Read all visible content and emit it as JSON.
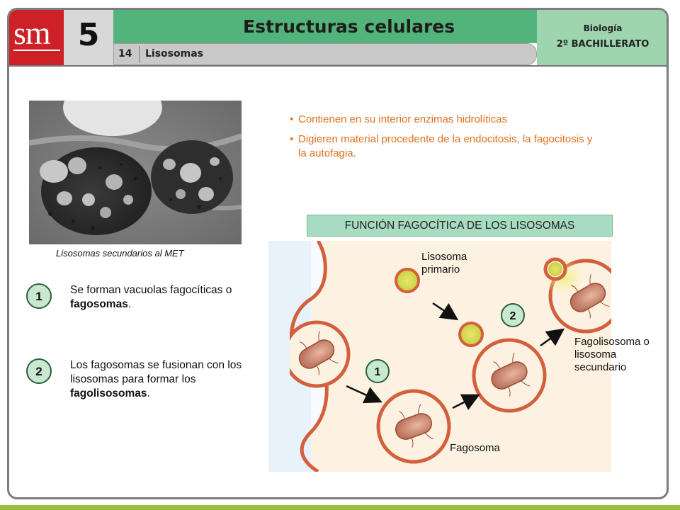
{
  "header": {
    "logo": "sm",
    "unit_number": "5",
    "title": "Estructuras celulares",
    "section_number": "14",
    "section_title": "Lisosomas",
    "subject": "Biología",
    "course": "2º BACHILLERATO"
  },
  "micrograph": {
    "caption": "Lisosomas secundarios al MET"
  },
  "bullets": [
    "Contienen en su interior enzimas hidrolíticas",
    "Digieren material procedente de la endocitosis, la fagocitosis y la autofagia."
  ],
  "bullet_marker": "•",
  "steps": [
    {
      "number": "1",
      "text_before": "Se forman vacuolas fagocíticas o ",
      "bold": "fagosomas",
      "text_after": "."
    },
    {
      "number": "2",
      "text_before": "Los fagosomas se fusionan con los lisosomas para formar los ",
      "bold": "fagolisosomas",
      "text_after": "."
    }
  ],
  "diagram": {
    "title": "FUNCIÓN FAGOCÍTICA DE LOS LISOSOMAS",
    "label_primary": "Lisosoma primario",
    "label_fagolisosoma": "Fagolisosoma o lisosoma secundario",
    "label_fagosoma": "Fagosoma",
    "marker_1": "1",
    "marker_2": "2"
  },
  "colors": {
    "brand_red": "#ce2027",
    "title_green": "#52b47a",
    "subject_green": "#9ed4ae",
    "bullet_orange": "#e0701e",
    "membrane": "#d2603c",
    "cytoplasm": "#fbeedd",
    "bottom_line": "#9cbe3a"
  }
}
